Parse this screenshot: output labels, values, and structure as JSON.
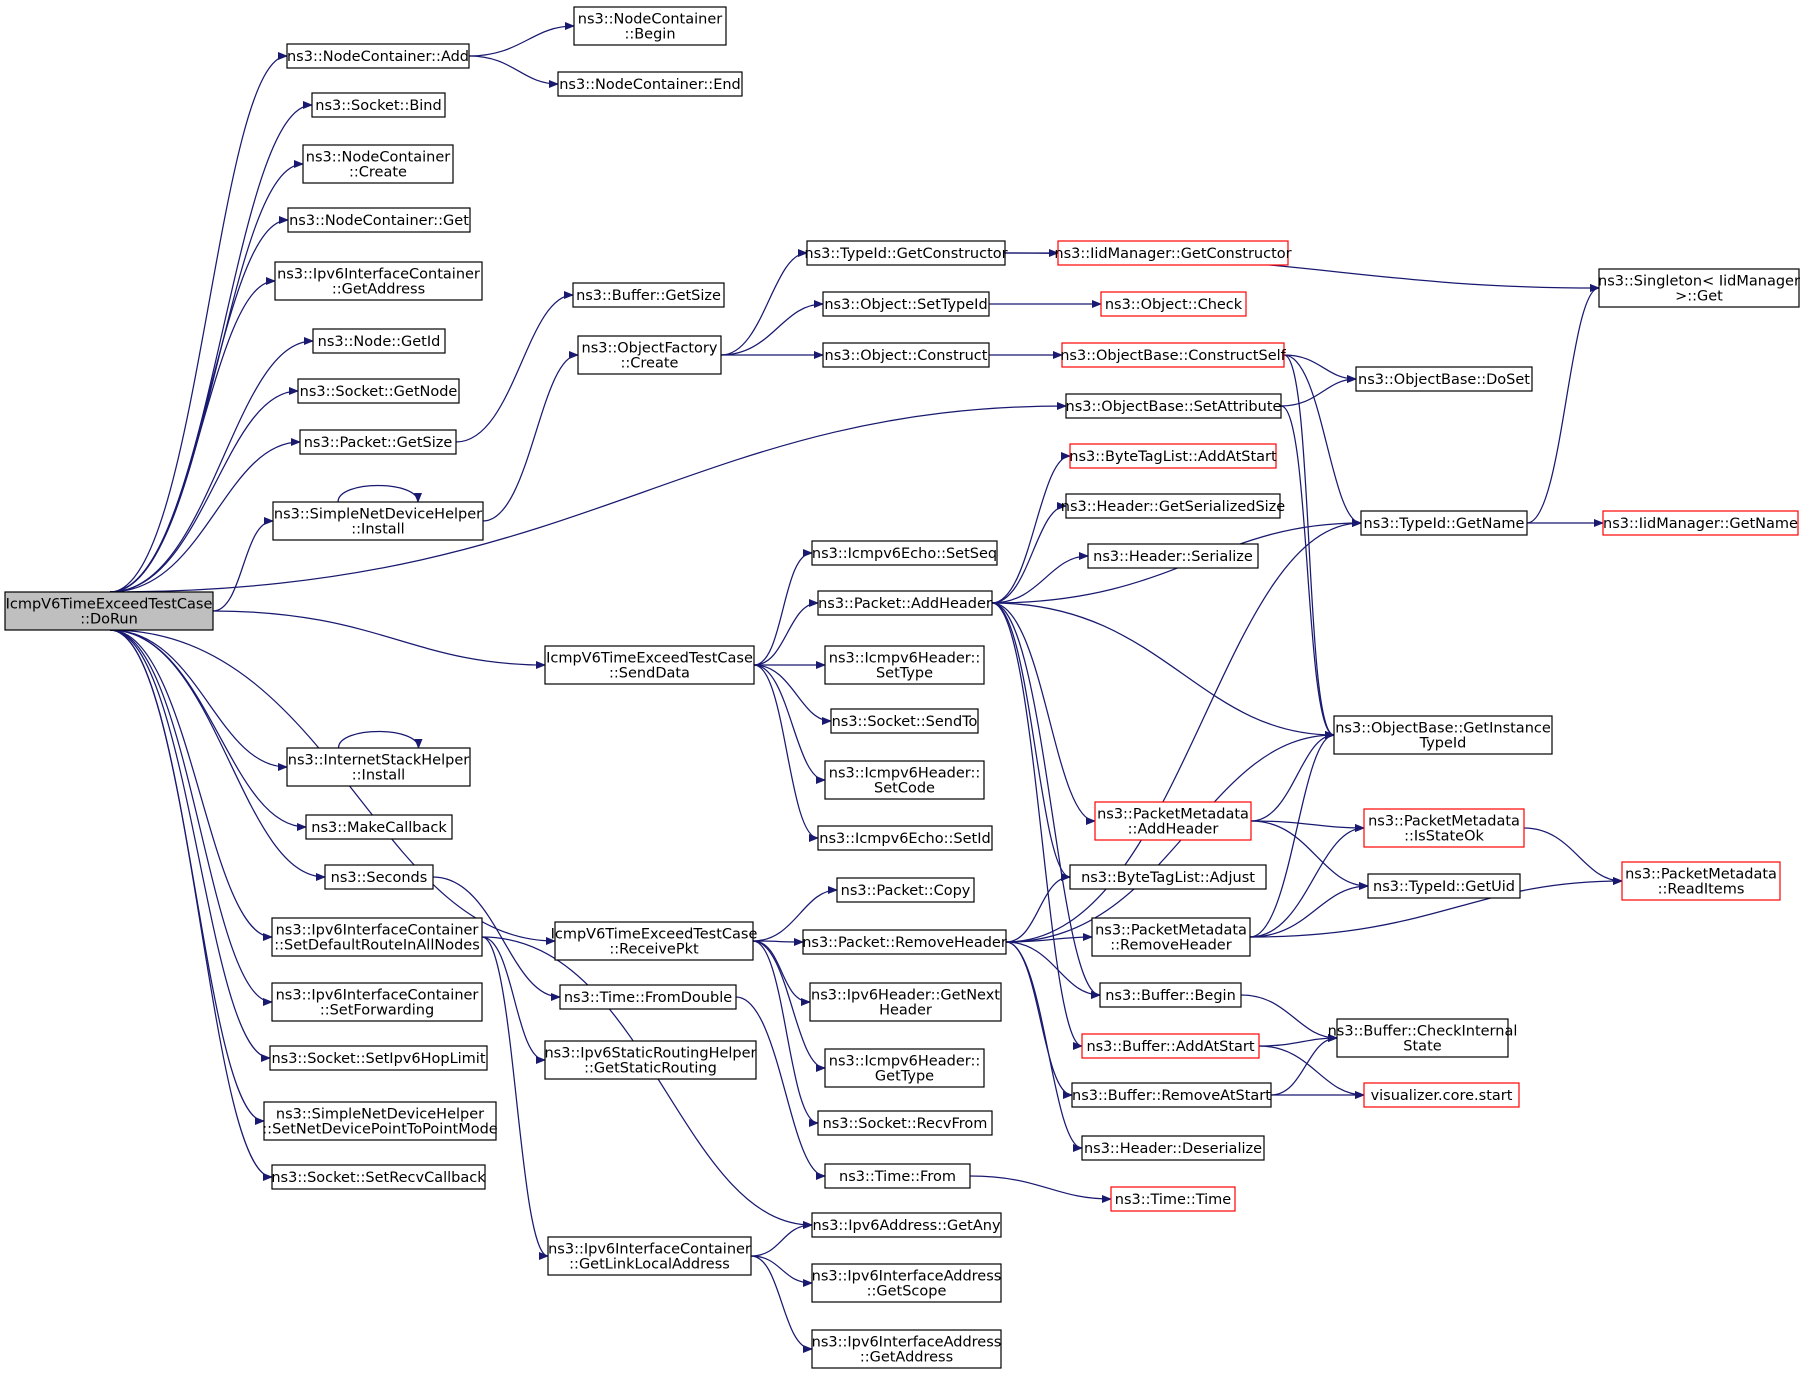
{
  "colors": {
    "edge": "#191970",
    "node_border": "#000000",
    "node_border_truncated": "#ff0000",
    "root_fill": "#bfbfbf",
    "node_fill": "#ffffff"
  },
  "nodes": [
    {
      "id": "root",
      "lines": [
        "IcmpV6TimeExceedTestCase",
        "::DoRun"
      ],
      "style": "root"
    },
    {
      "id": "nc_add",
      "lines": [
        "ns3::NodeContainer::Add"
      ]
    },
    {
      "id": "nc_begin",
      "lines": [
        "ns3::NodeContainer",
        "::Begin"
      ]
    },
    {
      "id": "nc_end",
      "lines": [
        "ns3::NodeContainer::End"
      ]
    },
    {
      "id": "sock_bind",
      "lines": [
        "ns3::Socket::Bind"
      ]
    },
    {
      "id": "nc_create",
      "lines": [
        "ns3::NodeContainer",
        "::Create"
      ]
    },
    {
      "id": "nc_get",
      "lines": [
        "ns3::NodeContainer::Get"
      ]
    },
    {
      "id": "ipv6ic_getaddr",
      "lines": [
        "ns3::Ipv6InterfaceContainer",
        "::GetAddress"
      ]
    },
    {
      "id": "node_getid",
      "lines": [
        "ns3::Node::GetId"
      ]
    },
    {
      "id": "sock_getnode",
      "lines": [
        "ns3::Socket::GetNode"
      ]
    },
    {
      "id": "pkt_getsize",
      "lines": [
        "ns3::Packet::GetSize"
      ]
    },
    {
      "id": "buf_getsize",
      "lines": [
        "ns3::Buffer::GetSize"
      ]
    },
    {
      "id": "sndh_install",
      "lines": [
        "ns3::SimpleNetDeviceHelper",
        "::Install"
      ]
    },
    {
      "id": "of_create",
      "lines": [
        "ns3::ObjectFactory",
        "::Create"
      ]
    },
    {
      "id": "tid_getctor",
      "lines": [
        "ns3::TypeId::GetConstructor"
      ]
    },
    {
      "id": "iid_getctor",
      "lines": [
        "ns3::IidManager::GetConstructor"
      ],
      "style": "truncated"
    },
    {
      "id": "singleton_get",
      "lines": [
        "ns3::Singleton< IidManager",
        ">::Get"
      ]
    },
    {
      "id": "obj_settypeid",
      "lines": [
        "ns3::Object::SetTypeId"
      ]
    },
    {
      "id": "obj_check",
      "lines": [
        "ns3::Object::Check"
      ],
      "style": "truncated"
    },
    {
      "id": "obj_construct",
      "lines": [
        "ns3::Object::Construct"
      ]
    },
    {
      "id": "ob_constructself",
      "lines": [
        "ns3::ObjectBase::ConstructSelf"
      ],
      "style": "truncated"
    },
    {
      "id": "ob_doset",
      "lines": [
        "ns3::ObjectBase::DoSet"
      ]
    },
    {
      "id": "ob_setattr",
      "lines": [
        "ns3::ObjectBase::SetAttribute"
      ]
    },
    {
      "id": "btl_addatstart",
      "lines": [
        "ns3::ByteTagList::AddAtStart"
      ],
      "style": "truncated"
    },
    {
      "id": "hdr_getsersize",
      "lines": [
        "ns3::Header::GetSerializedSize"
      ]
    },
    {
      "id": "tid_getname",
      "lines": [
        "ns3::TypeId::GetName"
      ]
    },
    {
      "id": "iid_getname",
      "lines": [
        "ns3::IidManager::GetName"
      ],
      "style": "truncated"
    },
    {
      "id": "hdr_serialize",
      "lines": [
        "ns3::Header::Serialize"
      ]
    },
    {
      "id": "echo_setseq",
      "lines": [
        "ns3::Icmpv6Echo::SetSeq"
      ]
    },
    {
      "id": "pkt_addheader",
      "lines": [
        "ns3::Packet::AddHeader"
      ]
    },
    {
      "id": "senddata",
      "lines": [
        "IcmpV6TimeExceedTestCase",
        "::SendData"
      ]
    },
    {
      "id": "icmph_settype",
      "lines": [
        "ns3::Icmpv6Header::",
        "SetType"
      ]
    },
    {
      "id": "sock_sendto",
      "lines": [
        "ns3::Socket::SendTo"
      ]
    },
    {
      "id": "ob_getinsttid",
      "lines": [
        "ns3::ObjectBase::GetInstance",
        "TypeId"
      ]
    },
    {
      "id": "ish_install",
      "lines": [
        "ns3::InternetStackHelper",
        "::Install"
      ]
    },
    {
      "id": "icmph_setcode",
      "lines": [
        "ns3::Icmpv6Header::",
        "SetCode"
      ]
    },
    {
      "id": "pm_addheader",
      "lines": [
        "ns3::PacketMetadata",
        "::AddHeader"
      ],
      "style": "truncated"
    },
    {
      "id": "pm_isstateok",
      "lines": [
        "ns3::PacketMetadata",
        "::IsStateOk"
      ],
      "style": "truncated"
    },
    {
      "id": "make_callback",
      "lines": [
        "ns3::MakeCallback"
      ]
    },
    {
      "id": "echo_setid",
      "lines": [
        "ns3::Icmpv6Echo::SetId"
      ]
    },
    {
      "id": "seconds",
      "lines": [
        "ns3::Seconds"
      ]
    },
    {
      "id": "btl_adjust",
      "lines": [
        "ns3::ByteTagList::Adjust"
      ]
    },
    {
      "id": "pm_readitems",
      "lines": [
        "ns3::PacketMetadata",
        "::ReadItems"
      ],
      "style": "truncated"
    },
    {
      "id": "pkt_copy",
      "lines": [
        "ns3::Packet::Copy"
      ]
    },
    {
      "id": "tid_getuid",
      "lines": [
        "ns3::TypeId::GetUid"
      ]
    },
    {
      "id": "ipv6ic_setdefroute",
      "lines": [
        "ns3::Ipv6InterfaceContainer",
        "::SetDefaultRouteInAllNodes"
      ]
    },
    {
      "id": "receivepkt",
      "lines": [
        "IcmpV6TimeExceedTestCase",
        "::ReceivePkt"
      ]
    },
    {
      "id": "pkt_removeheader",
      "lines": [
        "ns3::Packet::RemoveHeader"
      ]
    },
    {
      "id": "pm_removeheader",
      "lines": [
        "ns3::PacketMetadata",
        "::RemoveHeader"
      ]
    },
    {
      "id": "ipv6ic_setfwd",
      "lines": [
        "ns3::Ipv6InterfaceContainer",
        "::SetForwarding"
      ]
    },
    {
      "id": "time_fromdouble",
      "lines": [
        "ns3::Time::FromDouble"
      ]
    },
    {
      "id": "ipv6h_getnext",
      "lines": [
        "ns3::Ipv6Header::GetNext",
        "Header"
      ]
    },
    {
      "id": "buf_begin",
      "lines": [
        "ns3::Buffer::Begin"
      ]
    },
    {
      "id": "buf_checkinternal",
      "lines": [
        "ns3::Buffer::CheckInternal",
        "State"
      ]
    },
    {
      "id": "sock_sethoplimit",
      "lines": [
        "ns3::Socket::SetIpv6HopLimit"
      ]
    },
    {
      "id": "buf_addatstart",
      "lines": [
        "ns3::Buffer::AddAtStart"
      ],
      "style": "truncated"
    },
    {
      "id": "ipv6srh_getstatic",
      "lines": [
        "ns3::Ipv6StaticRoutingHelper",
        "::GetStaticRouting"
      ]
    },
    {
      "id": "icmph_gettype",
      "lines": [
        "ns3::Icmpv6Header::",
        "GetType"
      ]
    },
    {
      "id": "buf_removeatstart",
      "lines": [
        "ns3::Buffer::RemoveAtStart"
      ]
    },
    {
      "id": "viz_start",
      "lines": [
        "visualizer.core.start"
      ],
      "style": "truncated"
    },
    {
      "id": "sndh_setp2p",
      "lines": [
        "ns3::SimpleNetDeviceHelper",
        "::SetNetDevicePointToPointMode"
      ]
    },
    {
      "id": "sock_recvfrom",
      "lines": [
        "ns3::Socket::RecvFrom"
      ]
    },
    {
      "id": "hdr_deserialize",
      "lines": [
        "ns3::Header::Deserialize"
      ]
    },
    {
      "id": "sock_setrecvcb",
      "lines": [
        "ns3::Socket::SetRecvCallback"
      ]
    },
    {
      "id": "time_from",
      "lines": [
        "ns3::Time::From"
      ]
    },
    {
      "id": "time_time",
      "lines": [
        "ns3::Time::Time"
      ],
      "style": "truncated"
    },
    {
      "id": "ipv6addr_getany",
      "lines": [
        "ns3::Ipv6Address::GetAny"
      ]
    },
    {
      "id": "ipv6ic_getlinklocal",
      "lines": [
        "ns3::Ipv6InterfaceContainer",
        "::GetLinkLocalAddress"
      ]
    },
    {
      "id": "ipv6ia_getscope",
      "lines": [
        "ns3::Ipv6InterfaceAddress",
        "::GetScope"
      ]
    },
    {
      "id": "ipv6ia_getaddr",
      "lines": [
        "ns3::Ipv6InterfaceAddress",
        "::GetAddress"
      ]
    }
  ],
  "edges": [
    [
      "root",
      "nc_add"
    ],
    [
      "root",
      "sock_bind"
    ],
    [
      "root",
      "nc_create"
    ],
    [
      "root",
      "nc_get"
    ],
    [
      "root",
      "ipv6ic_getaddr"
    ],
    [
      "root",
      "node_getid"
    ],
    [
      "root",
      "sock_getnode"
    ],
    [
      "root",
      "pkt_getsize"
    ],
    [
      "root",
      "sndh_install"
    ],
    [
      "root",
      "ob_setattr"
    ],
    [
      "root",
      "senddata"
    ],
    [
      "root",
      "ish_install"
    ],
    [
      "root",
      "make_callback"
    ],
    [
      "root",
      "seconds"
    ],
    [
      "root",
      "receivepkt"
    ],
    [
      "root",
      "ipv6ic_setdefroute"
    ],
    [
      "root",
      "ipv6ic_setfwd"
    ],
    [
      "root",
      "sock_sethoplimit"
    ],
    [
      "root",
      "sndh_setp2p"
    ],
    [
      "root",
      "sock_setrecvcb"
    ],
    [
      "nc_add",
      "nc_begin"
    ],
    [
      "nc_add",
      "nc_end"
    ],
    [
      "pkt_getsize",
      "buf_getsize"
    ],
    [
      "sndh_install",
      "sndh_install"
    ],
    [
      "sndh_install",
      "of_create"
    ],
    [
      "ish_install",
      "ish_install"
    ],
    [
      "of_create",
      "tid_getctor"
    ],
    [
      "of_create",
      "obj_settypeid"
    ],
    [
      "of_create",
      "obj_construct"
    ],
    [
      "tid_getctor",
      "iid_getctor"
    ],
    [
      "tid_getctor",
      "singleton_get"
    ],
    [
      "obj_settypeid",
      "obj_check"
    ],
    [
      "obj_construct",
      "ob_constructself"
    ],
    [
      "ob_constructself",
      "ob_doset"
    ],
    [
      "ob_constructself",
      "tid_getname"
    ],
    [
      "ob_constructself",
      "ob_getinsttid"
    ],
    [
      "ob_setattr",
      "ob_doset"
    ],
    [
      "ob_setattr",
      "ob_getinsttid"
    ],
    [
      "tid_getname",
      "singleton_get"
    ],
    [
      "tid_getname",
      "iid_getname"
    ],
    [
      "senddata",
      "echo_setseq"
    ],
    [
      "senddata",
      "pkt_addheader"
    ],
    [
      "senddata",
      "icmph_settype"
    ],
    [
      "senddata",
      "sock_sendto"
    ],
    [
      "senddata",
      "icmph_setcode"
    ],
    [
      "senddata",
      "echo_setid"
    ],
    [
      "pkt_addheader",
      "btl_addatstart"
    ],
    [
      "pkt_addheader",
      "hdr_getsersize"
    ],
    [
      "pkt_addheader",
      "hdr_serialize"
    ],
    [
      "pkt_addheader",
      "tid_getname"
    ],
    [
      "pkt_addheader",
      "ob_getinsttid"
    ],
    [
      "pkt_addheader",
      "pm_addheader"
    ],
    [
      "pkt_addheader",
      "btl_adjust"
    ],
    [
      "pkt_addheader",
      "buf_begin"
    ],
    [
      "pkt_addheader",
      "buf_addatstart"
    ],
    [
      "pm_addheader",
      "ob_getinsttid"
    ],
    [
      "pm_addheader",
      "pm_isstateok"
    ],
    [
      "pm_addheader",
      "tid_getuid"
    ],
    [
      "pm_isstateok",
      "pm_readitems"
    ],
    [
      "pm_removeheader",
      "ob_getinsttid"
    ],
    [
      "pm_removeheader",
      "pm_isstateok"
    ],
    [
      "pm_removeheader",
      "tid_getuid"
    ],
    [
      "pm_removeheader",
      "pm_readitems"
    ],
    [
      "receivepkt",
      "pkt_copy"
    ],
    [
      "receivepkt",
      "pkt_removeheader"
    ],
    [
      "receivepkt",
      "ipv6h_getnext"
    ],
    [
      "receivepkt",
      "icmph_gettype"
    ],
    [
      "receivepkt",
      "sock_recvfrom"
    ],
    [
      "pkt_removeheader",
      "btl_adjust"
    ],
    [
      "pkt_removeheader",
      "pm_removeheader"
    ],
    [
      "pkt_removeheader",
      "buf_begin"
    ],
    [
      "pkt_removeheader",
      "tid_getname"
    ],
    [
      "pkt_removeheader",
      "ob_getinsttid"
    ],
    [
      "pkt_removeheader",
      "buf_removeatstart"
    ],
    [
      "pkt_removeheader",
      "hdr_deserialize"
    ],
    [
      "buf_begin",
      "buf_checkinternal"
    ],
    [
      "buf_addatstart",
      "buf_checkinternal"
    ],
    [
      "buf_addatstart",
      "viz_start"
    ],
    [
      "buf_removeatstart",
      "buf_checkinternal"
    ],
    [
      "buf_removeatstart",
      "viz_start"
    ],
    [
      "seconds",
      "time_fromdouble"
    ],
    [
      "time_fromdouble",
      "time_from"
    ],
    [
      "time_from",
      "time_time"
    ],
    [
      "ipv6ic_setdefroute",
      "ipv6srh_getstatic"
    ],
    [
      "ipv6ic_setdefroute",
      "ipv6addr_getany"
    ],
    [
      "ipv6ic_setdefroute",
      "ipv6ic_getlinklocal"
    ],
    [
      "ipv6ic_getlinklocal",
      "ipv6addr_getany"
    ],
    [
      "ipv6ic_getlinklocal",
      "ipv6ia_getscope"
    ],
    [
      "ipv6ic_getlinklocal",
      "ipv6ia_getaddr"
    ]
  ]
}
